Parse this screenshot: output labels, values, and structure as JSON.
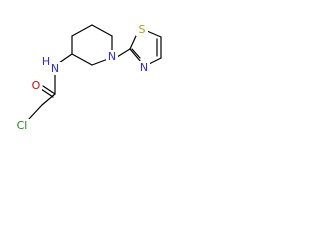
{
  "molecule": {
    "atoms": [
      {
        "id": "cl",
        "label": "Cl",
        "color": "#1a8c1a"
      },
      {
        "id": "o",
        "label": "O",
        "color": "#e60000"
      },
      {
        "id": "n_amide",
        "label": "N",
        "color": "#2a2aff"
      },
      {
        "id": "n_pip",
        "label": "N",
        "color": "#2a2aff"
      },
      {
        "id": "s_thiazole",
        "label": "S",
        "color": "#b8a000"
      },
      {
        "id": "n_thiazole",
        "label": "N",
        "color": "#2a2aff"
      },
      {
        "id": "h_amide",
        "label": "H",
        "color": "#2a2aff"
      }
    ]
  },
  "colors": {
    "bond": "#000000",
    "background": "#ffffff"
  }
}
